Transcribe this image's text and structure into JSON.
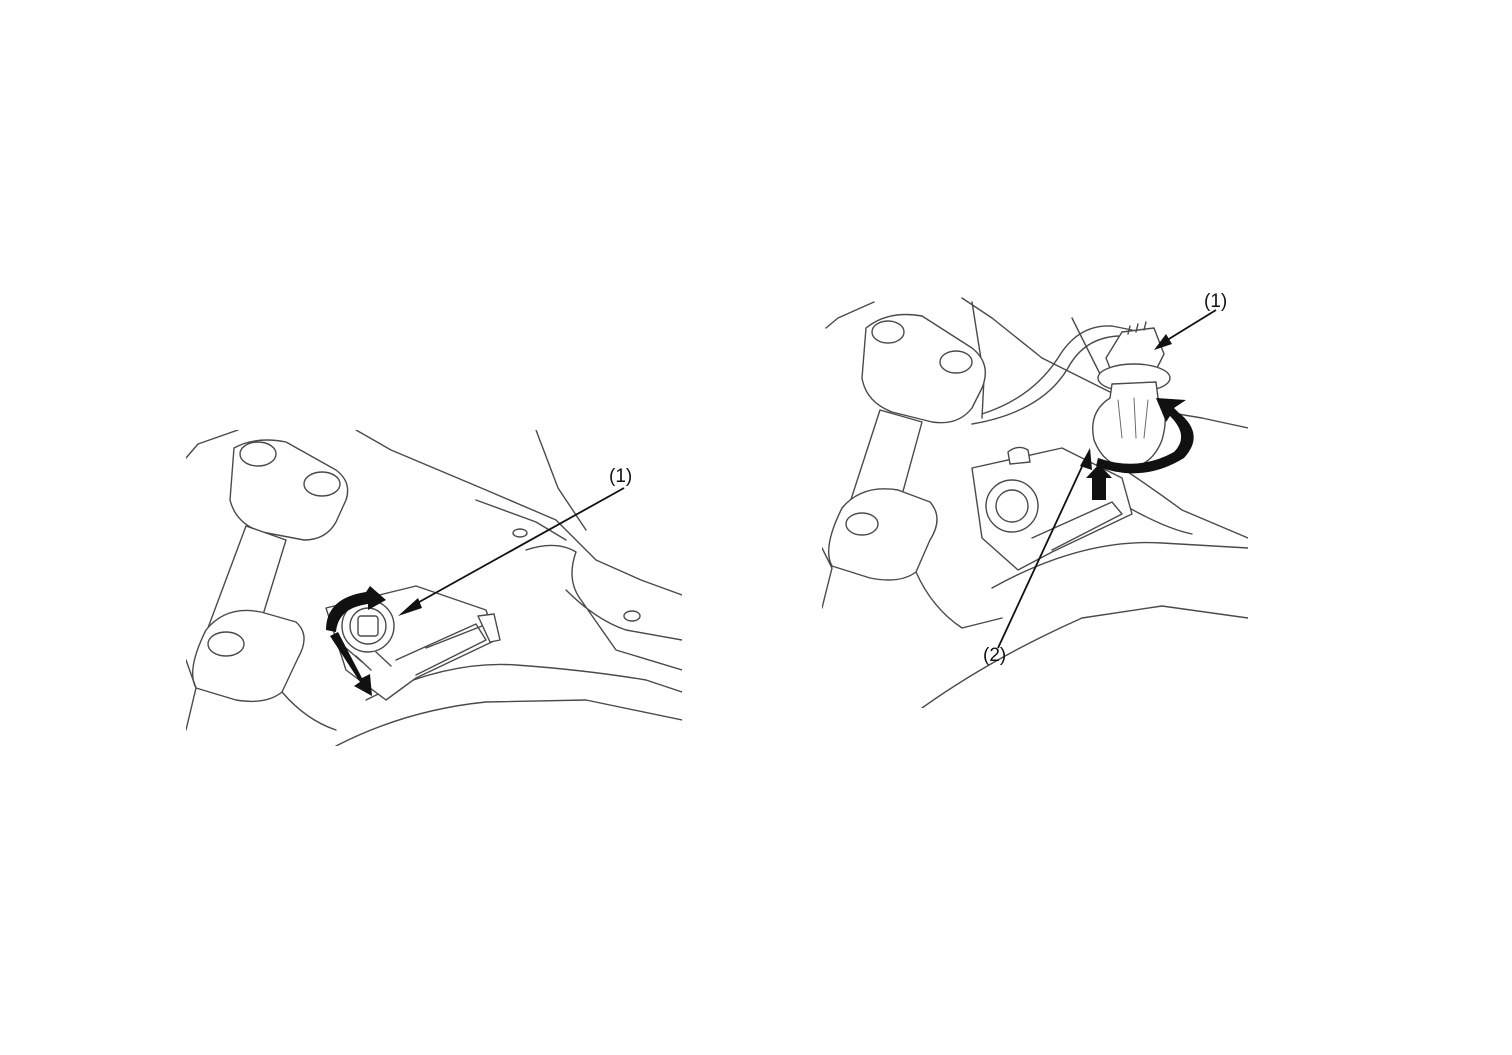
{
  "figures": {
    "left": {
      "callouts": [
        {
          "id": "1",
          "text": "(1)"
        }
      ]
    },
    "right": {
      "callouts": [
        {
          "id": "1",
          "text": "(1)"
        },
        {
          "id": "2",
          "text": "(2)"
        }
      ]
    }
  },
  "icons": [
    "rotate-arrow-icon",
    "pull-arrow-icon",
    "bulb-socket-icon",
    "bulb-icon"
  ],
  "colors": {
    "line": "#4a4a4a",
    "arrow": "#111111",
    "background": "#ffffff"
  }
}
